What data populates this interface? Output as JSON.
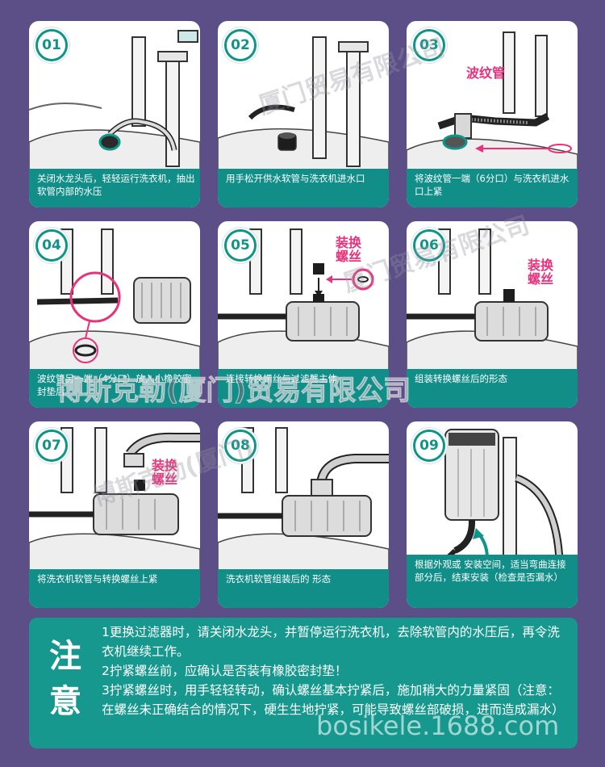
{
  "steps": [
    {
      "number": "01",
      "caption": "关闭水龙头后，轻轻运行洗衣机，抽出软管内部的水压"
    },
    {
      "number": "02",
      "caption": "用手松开供水软管与洗衣机进水口"
    },
    {
      "number": "03",
      "caption": "将波纹管一端（6分口）与洗衣机进水口上紧",
      "label": "波纹管"
    },
    {
      "number": "04",
      "caption": "波纹管另一端（4分口）放入小橡胶密封垫后"
    },
    {
      "number": "05",
      "caption": "连接转换螺丝与过滤器主体",
      "label": "装换螺丝"
    },
    {
      "number": "06",
      "caption": "组装转换螺丝后的形态",
      "label": "装换螺丝"
    },
    {
      "number": "07",
      "caption": "将洗衣机软管与转换螺丝上紧",
      "label": "装换螺丝"
    },
    {
      "number": "08",
      "caption": "洗衣机软管组装后的 形态"
    },
    {
      "number": "09",
      "caption": "根据外观或 安装空间，适当弯曲连接部分后，结束安装（检查是否漏水）"
    }
  ],
  "notice": {
    "title_1": "注",
    "title_2": "意",
    "lines": [
      "1更换过滤器时，请关闭水龙头，并暂停运行洗衣机，去除软管内的水压后，再令洗衣机继续工作。",
      "2拧紧螺丝前，应确认是否装有橡胶密封垫！",
      "3拧紧螺丝时，用手轻轻转动，确认螺丝基本拧紧后，施加稍大的力量紧固（注意：在螺丝未正确结合的情况下，硬生生地拧紧，可能导致螺丝部破损，进而造成漏水）"
    ]
  },
  "watermark": {
    "company": "博斯克勒(厦门)贸易有限公司",
    "url": "bosikele.1688.com",
    "diag_1": "厦门贸易有限公司",
    "diag_2": "博斯克勒(厦门)"
  },
  "colors": {
    "background": "#5c4f87",
    "teal": "#118e88",
    "pink": "#e8337c"
  }
}
